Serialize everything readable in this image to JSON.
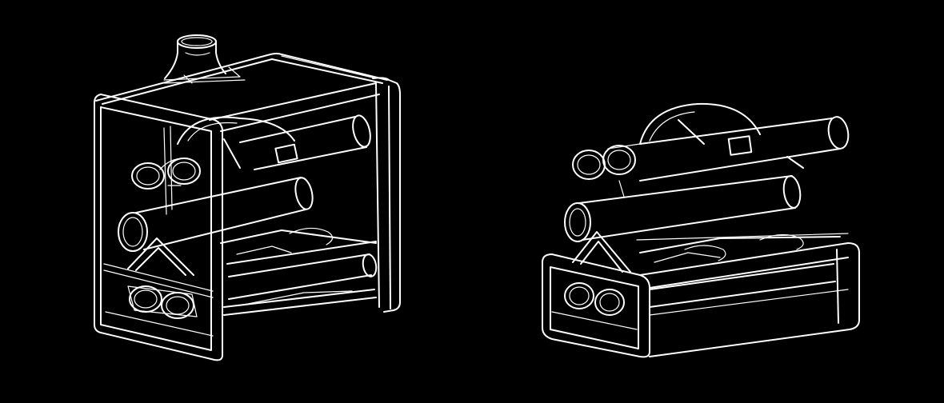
{
  "background_color": "#000000",
  "line_color": "#ffffff",
  "views": [
    {
      "id": "machine-with-top-cabinet",
      "icon": "enclosed-frame-isometric-drawing"
    },
    {
      "id": "machine-without-top-cabinet",
      "icon": "open-frame-isometric-drawing"
    }
  ]
}
